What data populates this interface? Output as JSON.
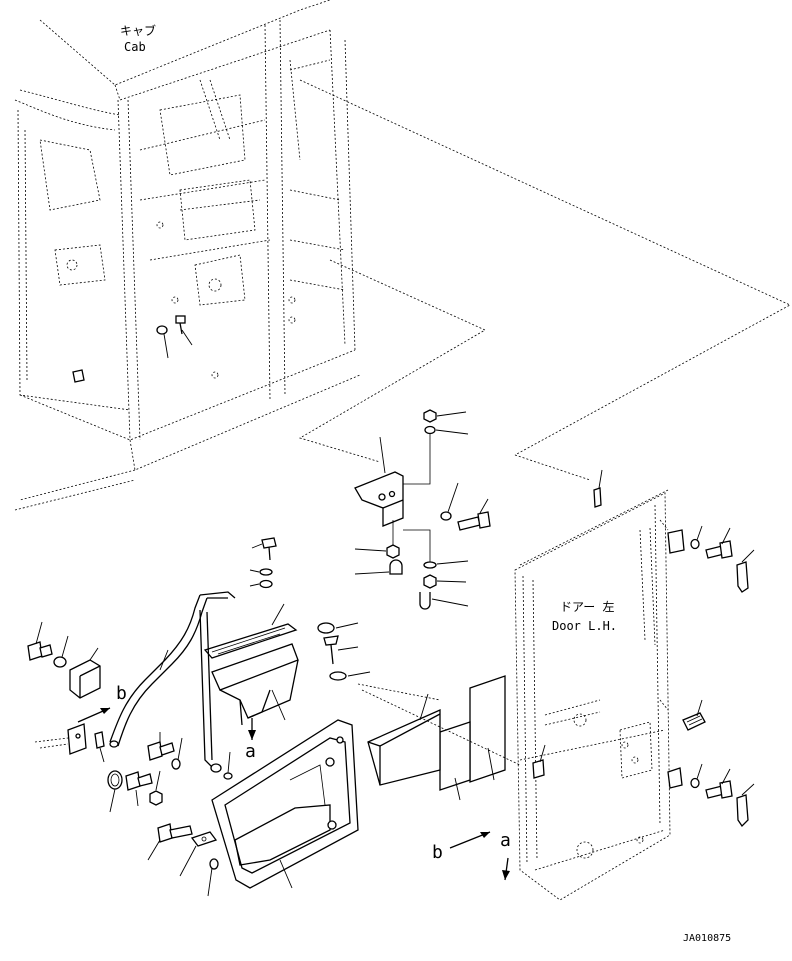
{
  "labels": {
    "cab_jp": "キャブ",
    "cab_en": "Cab",
    "door_jp": "ドアー 左",
    "door_en": "Door L.H.",
    "view_a_left": "a",
    "view_b_left": "b",
    "view_a_right": "a",
    "view_b_right": "b",
    "drawing_number": "JA010875"
  }
}
